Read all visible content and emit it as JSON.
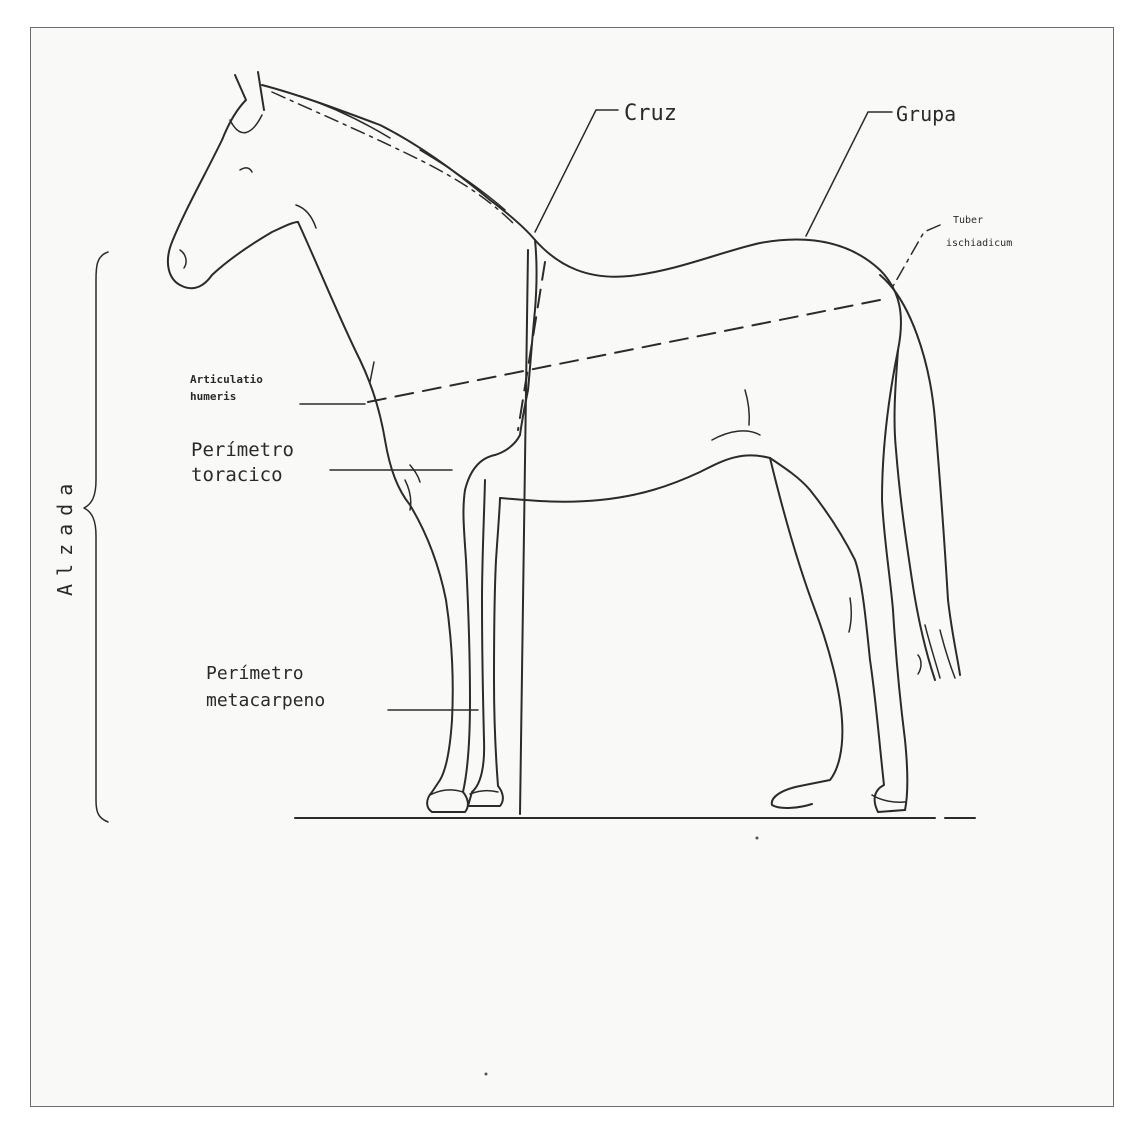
{
  "labels": {
    "cruz": "Cruz",
    "grupa": "Grupa",
    "tuber_line1": "Tuber",
    "tuber_line2": "ischiadicum",
    "articulatio_line1": "Articulatio",
    "articulatio_line2": "humeris",
    "perimetro_toracico_line1": "Perímetro",
    "perimetro_toracico_line2": "toracico",
    "perimetro_metacarpeno_line1": "Perímetro",
    "perimetro_metacarpeno_line2": "metacarpeno",
    "alzada": "Alzada"
  }
}
